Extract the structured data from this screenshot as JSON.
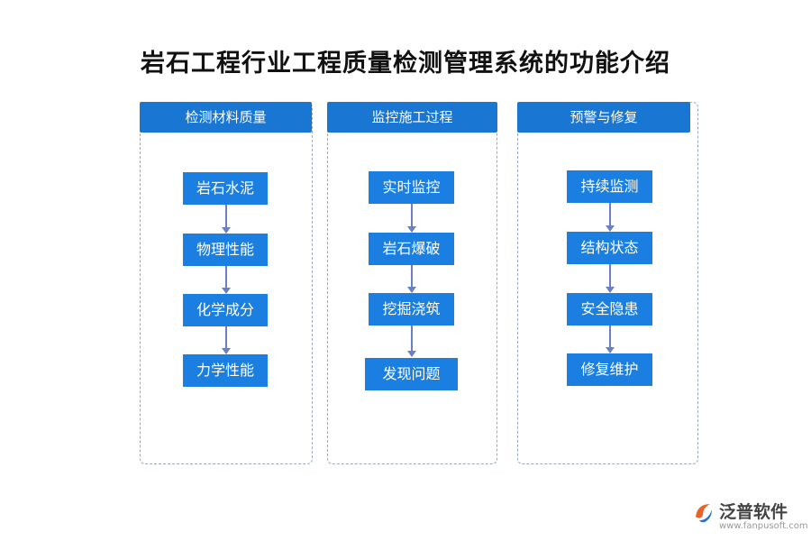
{
  "title": "岩石工程行业工程质量检测管理系统的功能介绍",
  "columns": [
    {
      "header": "检测材料质量",
      "nodes": [
        "岩石水泥",
        "物理性能",
        "化学成分",
        "力学性能"
      ]
    },
    {
      "header": "监控施工过程",
      "nodes": [
        "实时监控",
        "岩石爆破",
        "挖掘浇筑",
        "发现问题"
      ]
    },
    {
      "header": "预警与修复",
      "nodes": [
        "持续监测",
        "结构状态",
        "安全隐患",
        "修复维护"
      ]
    }
  ],
  "brand": {
    "name": "泛普软件",
    "url": "www.fanpusoft.com"
  },
  "colors": {
    "header": "#1976d2",
    "node": "#1a7fe0",
    "arrow": "#6a7fc4",
    "border": "#9aa6c4"
  }
}
